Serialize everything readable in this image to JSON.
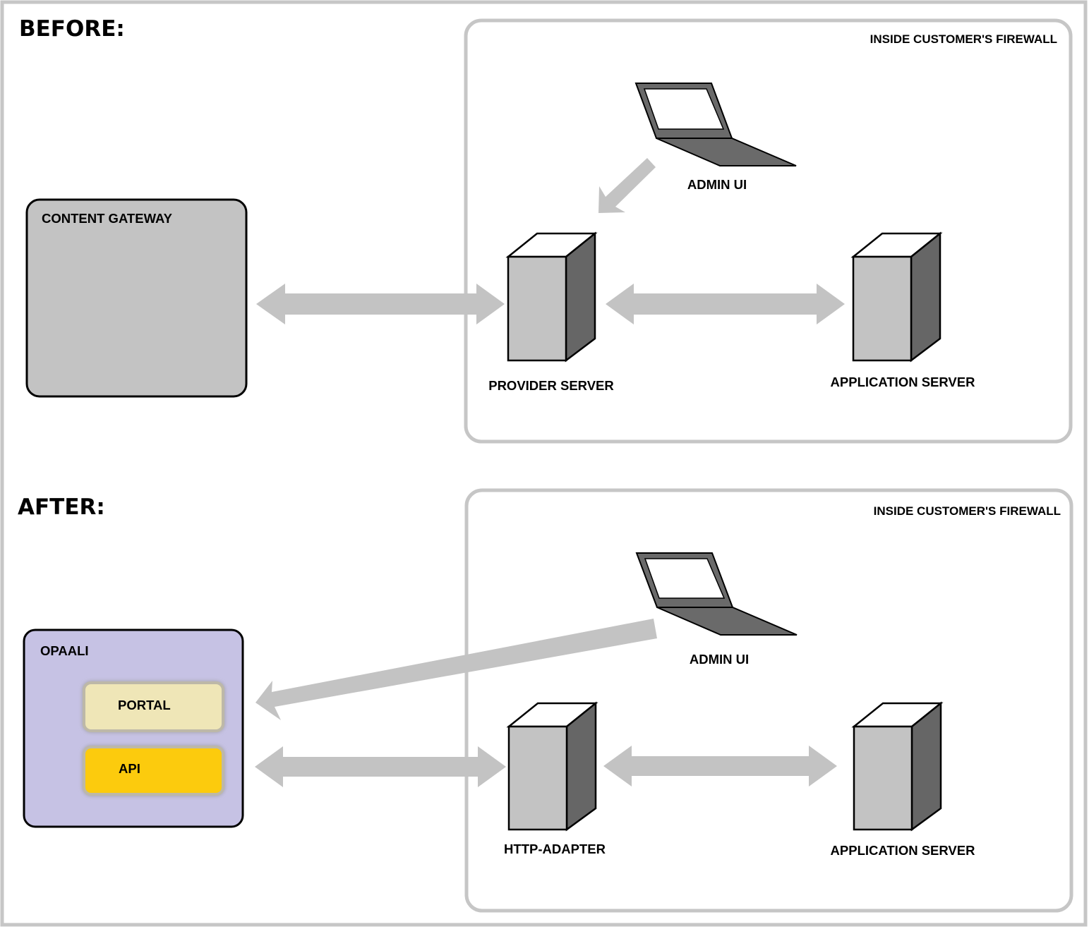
{
  "before": {
    "heading": "BEFORE:",
    "firewall_label": "INSIDE CUSTOMER'S FIREWALL",
    "gateway_label": "CONTENT GATEWAY",
    "admin_label": "ADMIN UI",
    "provider_label": "PROVIDER SERVER",
    "app_label": "APPLICATION SERVER"
  },
  "after": {
    "heading": "AFTER:",
    "firewall_label": "INSIDE CUSTOMER'S FIREWALL",
    "opaali_label": "OPAALI",
    "portal_label": "PORTAL",
    "api_label": "API",
    "admin_label": "ADMIN UI",
    "adapter_label": "HTTP-ADAPTER",
    "app_label": "APPLICATION SERVER"
  },
  "colors": {
    "frame": "#c6c6c6",
    "arrow": "#c3c3c3",
    "gateway_fill": "#c3c3c3",
    "opaali_fill": "#c6c2e4",
    "portal_fill": "#efe6b7",
    "api_fill": "#fccb0c",
    "server_front": "#c3c3c3",
    "server_side": "#666666",
    "laptop_dark": "#6a6a6a"
  }
}
